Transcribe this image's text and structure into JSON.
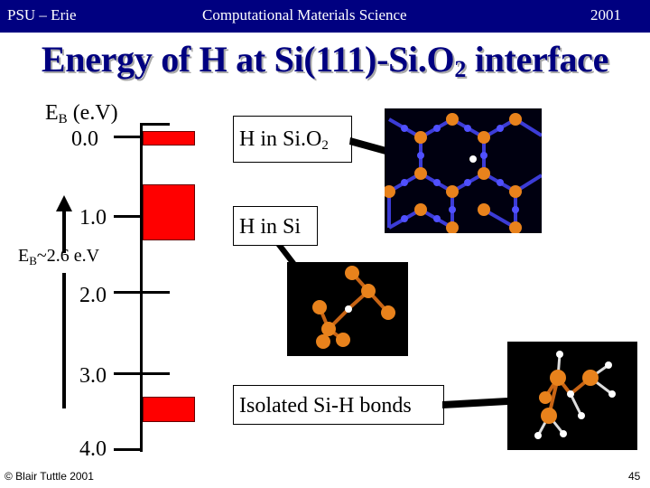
{
  "header": {
    "left": "PSU – Erie",
    "center": "Computational Materials Science",
    "right": "2001"
  },
  "title": {
    "pre": "Energy of H at Si(111)-Si.O",
    "sub": "2",
    "post": " interface"
  },
  "axis": {
    "label_main": "E",
    "label_sub": "B",
    "label_unit": " (e.V)",
    "ticks": [
      "0.0",
      "1.0",
      "2.0",
      "3.0",
      "4.0"
    ]
  },
  "barrier": {
    "pre": "E",
    "sub": "B",
    "post": "~2.6 e.V"
  },
  "levels": {
    "h_in_sio2": {
      "pre": "H in Si.O",
      "sub": "2"
    },
    "h_in_si": "H in Si",
    "isolated": "Isolated Si-H bonds"
  },
  "footer": {
    "credit": "© Blair Tuttle 2001",
    "page": "45"
  },
  "colors": {
    "header_bg": "#000080",
    "title": "#000080",
    "level_bar": "#ff0000"
  }
}
